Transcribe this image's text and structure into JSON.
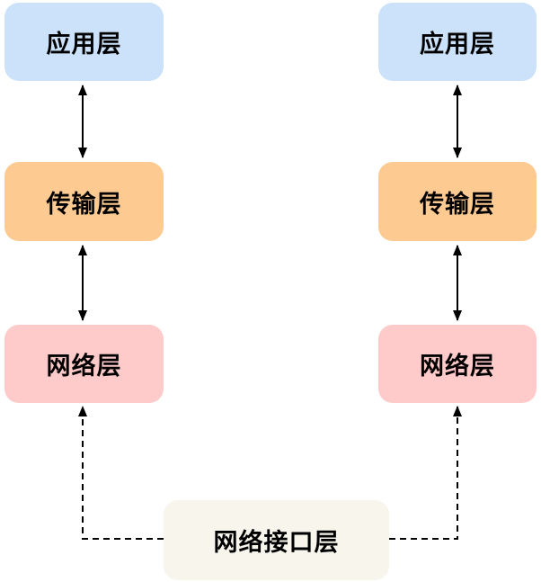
{
  "canvas": {
    "background": "#ffffff"
  },
  "colors": {
    "application_fill": "#cbe2fa",
    "transport_fill": "#fdca92",
    "network_fill": "#fecaca",
    "interface_fill": "#f8f5ec",
    "text": "#000000",
    "connector": "#000000"
  },
  "left_stack": {
    "application": "应用层",
    "transport": "传输层",
    "network": "网络层"
  },
  "right_stack": {
    "application": "应用层",
    "transport": "传输层",
    "network": "网络层"
  },
  "bottom": {
    "interface": "网络接口层"
  }
}
